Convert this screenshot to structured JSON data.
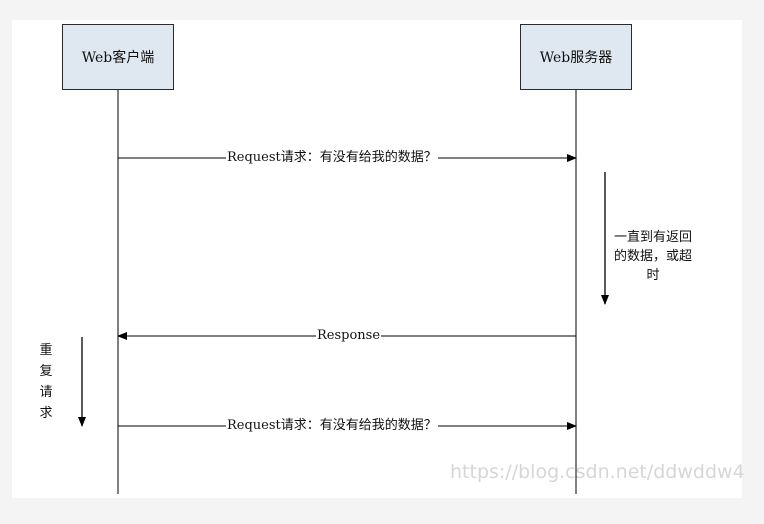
{
  "actors": {
    "client": "Web客户端",
    "server": "Web服务器"
  },
  "messages": {
    "request_1": "Request请求：有没有给我的数据？",
    "response": "Response",
    "request_2": "Request请求：有没有给我的数据？"
  },
  "notes": {
    "server_wait": "一直到有返回的数据，或超时",
    "client_repeat": "重复请求"
  },
  "watermark": "https://blog.csdn.net/ddwddw4",
  "colors": {
    "actor_fill": "#dfe7f1",
    "line": "#000000",
    "background": "#f4f4f4",
    "watermark": "#d6d6d6"
  }
}
